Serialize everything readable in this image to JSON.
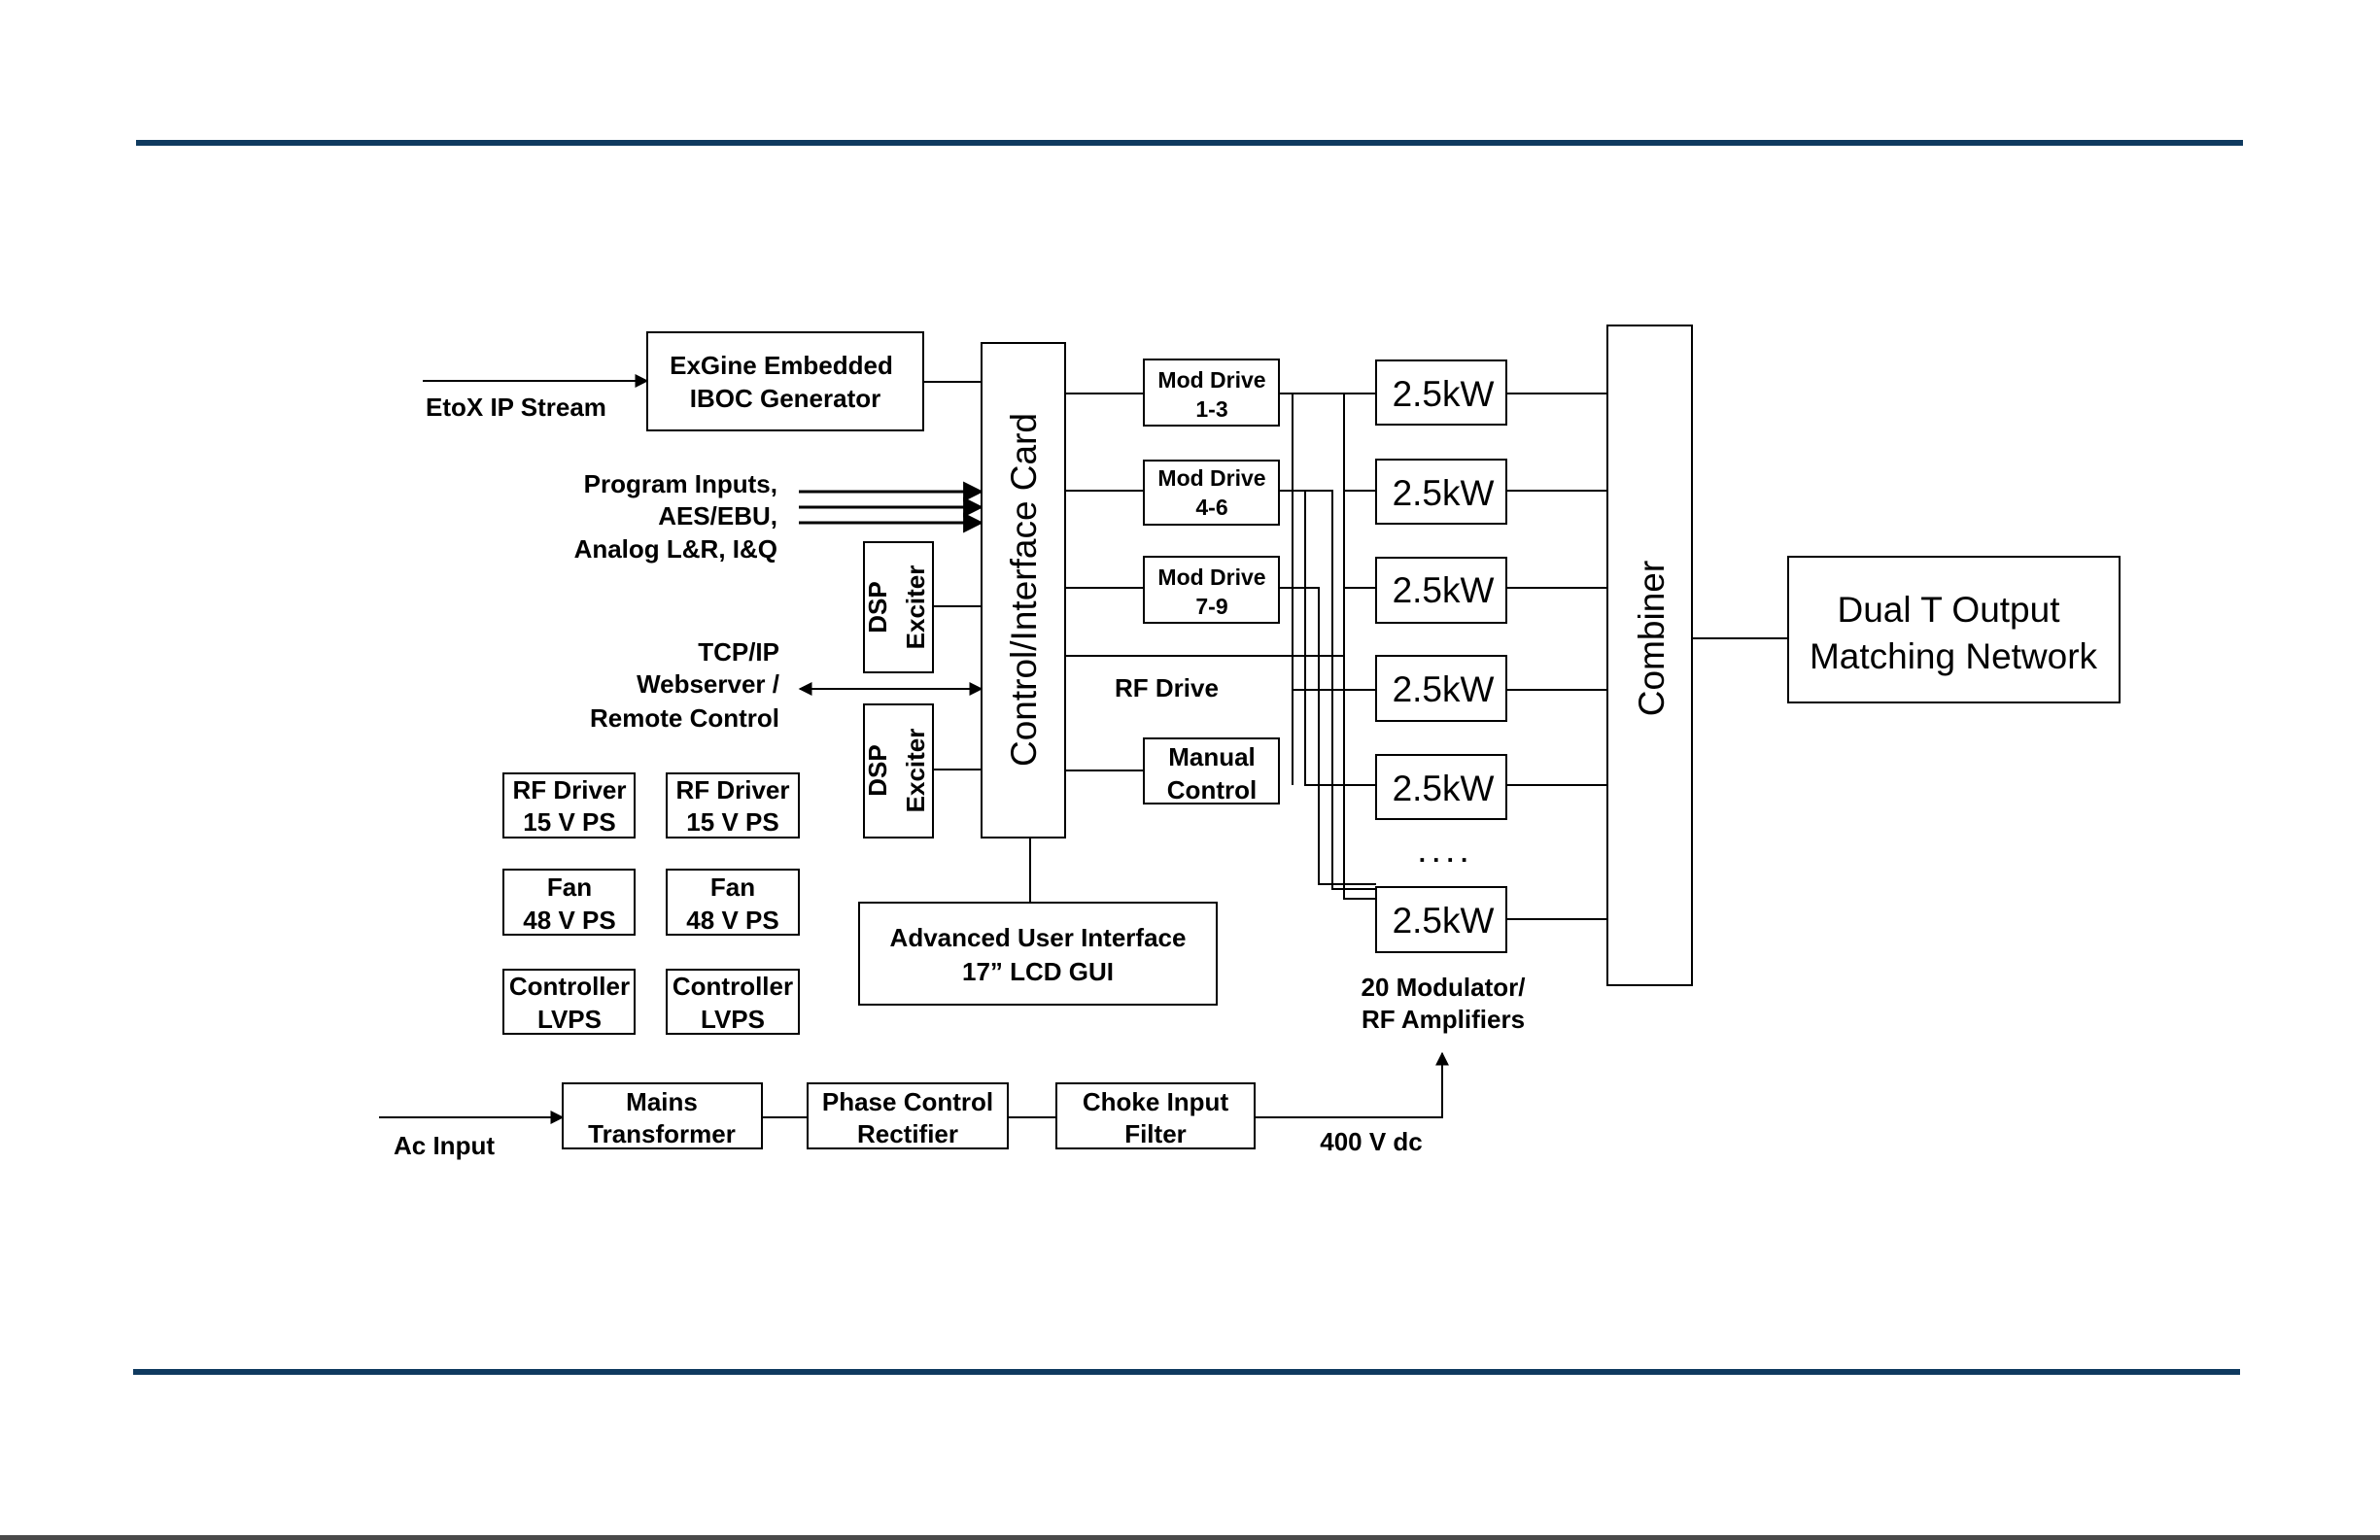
{
  "colors": {
    "rule": "#0f3a5f",
    "line": "#000000",
    "bottom_strip": "#4a4a4a"
  },
  "diagram": {
    "exgine": [
      "ExGine Embedded",
      "IBOC Generator"
    ],
    "etox": "EtoX IP Stream",
    "program_inputs": [
      "Program Inputs,",
      "AES/EBU,",
      "Analog L&R, I&Q"
    ],
    "tcpip": [
      "TCP/IP",
      "Webserver /",
      "Remote Control"
    ],
    "dsp_exciter": [
      "DSP",
      "Exciter"
    ],
    "control_card": "Control/Interface Card",
    "mod_drives": [
      [
        "Mod Drive",
        "1-3"
      ],
      [
        "Mod Drive",
        "4-6"
      ],
      [
        "Mod Drive",
        "7-9"
      ]
    ],
    "rf_drive": "RF Drive",
    "manual_control": [
      "Manual",
      "Control"
    ],
    "amp_label": "2.5kW",
    "ellipsis": ". . . .",
    "combiner": "Combiner",
    "output": [
      "Dual T Output",
      "Matching Network"
    ],
    "modulator_caption": [
      "20 Modulator/",
      "RF Amplifiers"
    ],
    "ps_boxes": [
      [
        "RF Driver",
        "15 V PS"
      ],
      [
        "RF Driver",
        "15 V PS"
      ],
      [
        "Fan",
        "48 V PS"
      ],
      [
        "Fan",
        "48 V PS"
      ],
      [
        "Controller",
        "LVPS"
      ],
      [
        "Controller",
        "LVPS"
      ]
    ],
    "aui": [
      "Advanced User Interface",
      "17” LCD GUI"
    ],
    "ac_input": "Ac Input",
    "mains": [
      "Mains",
      "Transformer"
    ],
    "phase": [
      "Phase Control",
      "Rectifier"
    ],
    "choke": [
      "Choke Input",
      "Filter"
    ],
    "dc": "400 V dc"
  }
}
